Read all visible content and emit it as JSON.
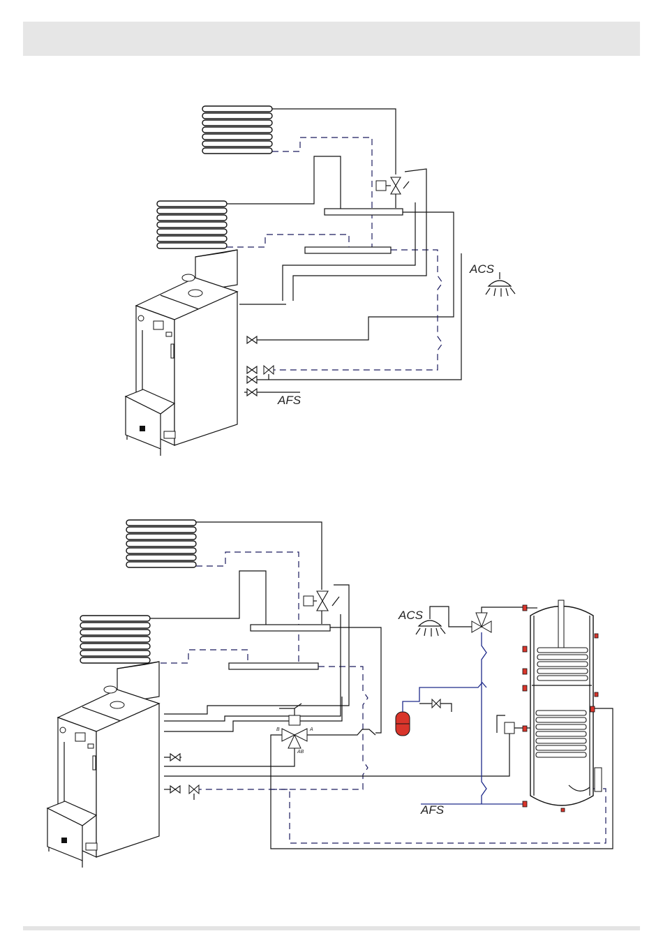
{
  "header": {
    "title": ""
  },
  "diagram_top": {
    "labels": {
      "acs": "ACS",
      "afs": "AFS"
    }
  },
  "diagram_bottom": {
    "labels": {
      "acs": "ACS",
      "afs": "AFS",
      "port_a": "A",
      "port_b": "B",
      "port_ab": "AB"
    }
  },
  "colors": {
    "accent_red": "#d9352b",
    "pipe_blue": "#1e2a8a",
    "bar_gray": "#e6e6e6"
  }
}
